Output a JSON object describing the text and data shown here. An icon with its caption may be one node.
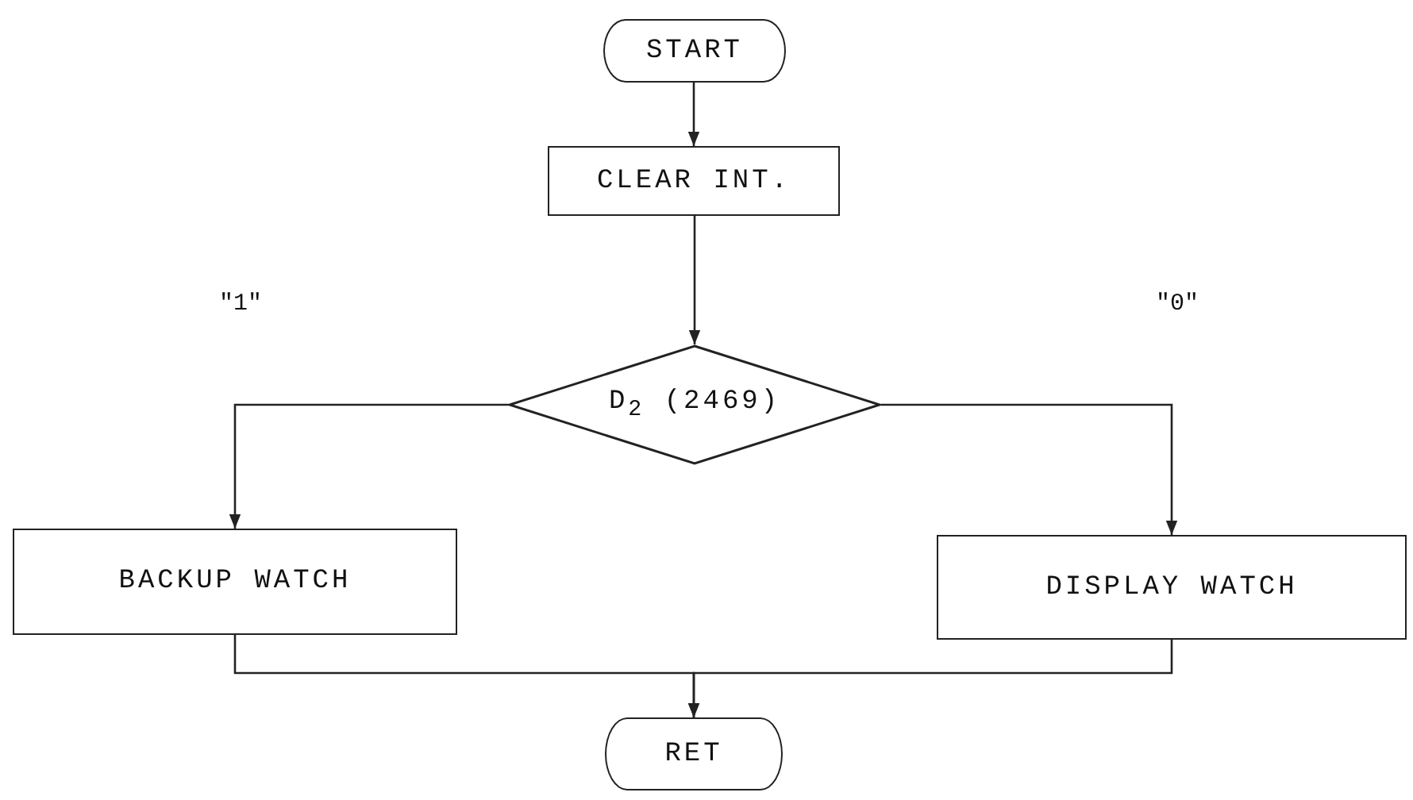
{
  "diagram": {
    "nodes": [
      {
        "text": [
          "START"
        ]
      },
      {
        "text": [
          "CLEAR INT."
        ]
      },
      {
        "text": [
          "D$_{2}$ (2469)"
        ]
      },
      {
        "text": [
          "BACKUP WATCH"
        ]
      },
      {
        "text": [
          "DISPLAY WATCH"
        ]
      },
      {
        "text": [
          "RET"
        ]
      }
    ],
    "edges": [
      {
        "from": 0,
        "to": 1,
        "arrow": "to"
      },
      {
        "from": 1,
        "to": 2,
        "arrow": "to"
      },
      {
        "from": 2,
        "to": 3,
        "arrow": "to",
        "label": "\"1\""
      },
      {
        "from": 2,
        "to": 4,
        "arrow": "to",
        "label": "\"0\""
      },
      {
        "from": 3,
        "to": 5,
        "arrow": "to"
      },
      {
        "from": 4,
        "to": 5,
        "arrow": "to"
      }
    ]
  }
}
